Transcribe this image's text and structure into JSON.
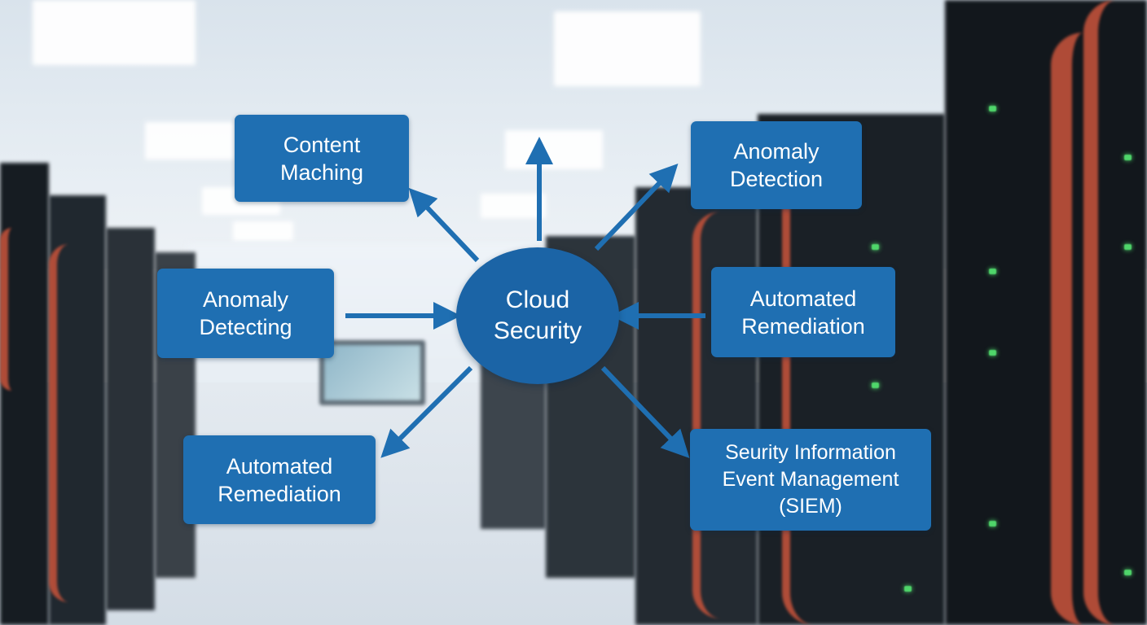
{
  "diagram": {
    "center": {
      "label": "Cloud\nSecurity"
    },
    "nodes": [
      {
        "id": "content-matching",
        "label": "Content\nMaching"
      },
      {
        "id": "anomaly-detection",
        "label": "Anomaly\nDetection"
      },
      {
        "id": "anomaly-detecting",
        "label": "Anomaly\nDetecting"
      },
      {
        "id": "automated-remediation-right",
        "label": "Automated\nRemediation"
      },
      {
        "id": "automated-remediation-left",
        "label": "Automated\nRemediation"
      },
      {
        "id": "siem",
        "label": "Seurity Information\nEvent Management\n(SIEM)"
      }
    ]
  },
  "colors": {
    "box": "#1f6fb2",
    "hub": "#1b64a6",
    "arrow": "#1f6fb2",
    "text": "#ffffff"
  }
}
